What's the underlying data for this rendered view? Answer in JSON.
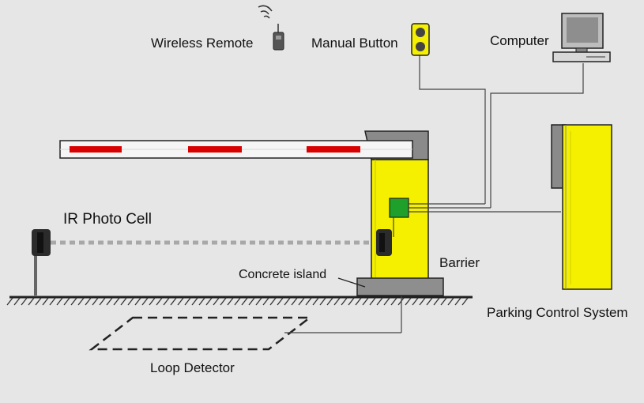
{
  "diagram": {
    "labels": {
      "wireless_remote": "Wireless Remote",
      "manual_button": "Manual Button",
      "computer": "Computer",
      "ir_photo_cell": "IR Photo Cell",
      "barrier": "Barrier",
      "concrete_island": "Concrete island",
      "parking_control_system": "Parking Control System",
      "loop_detector": "Loop Detector"
    },
    "colors": {
      "background": "#e6e6e6",
      "yellow": "#f5f000",
      "arm_stripe": "#d80000",
      "controller": "#1fa02a",
      "concrete": "#8e8e8e",
      "line": "#333333"
    },
    "icons": {
      "remote": "wireless-remote-icon",
      "button": "manual-button-icon",
      "computer": "computer-icon"
    }
  }
}
